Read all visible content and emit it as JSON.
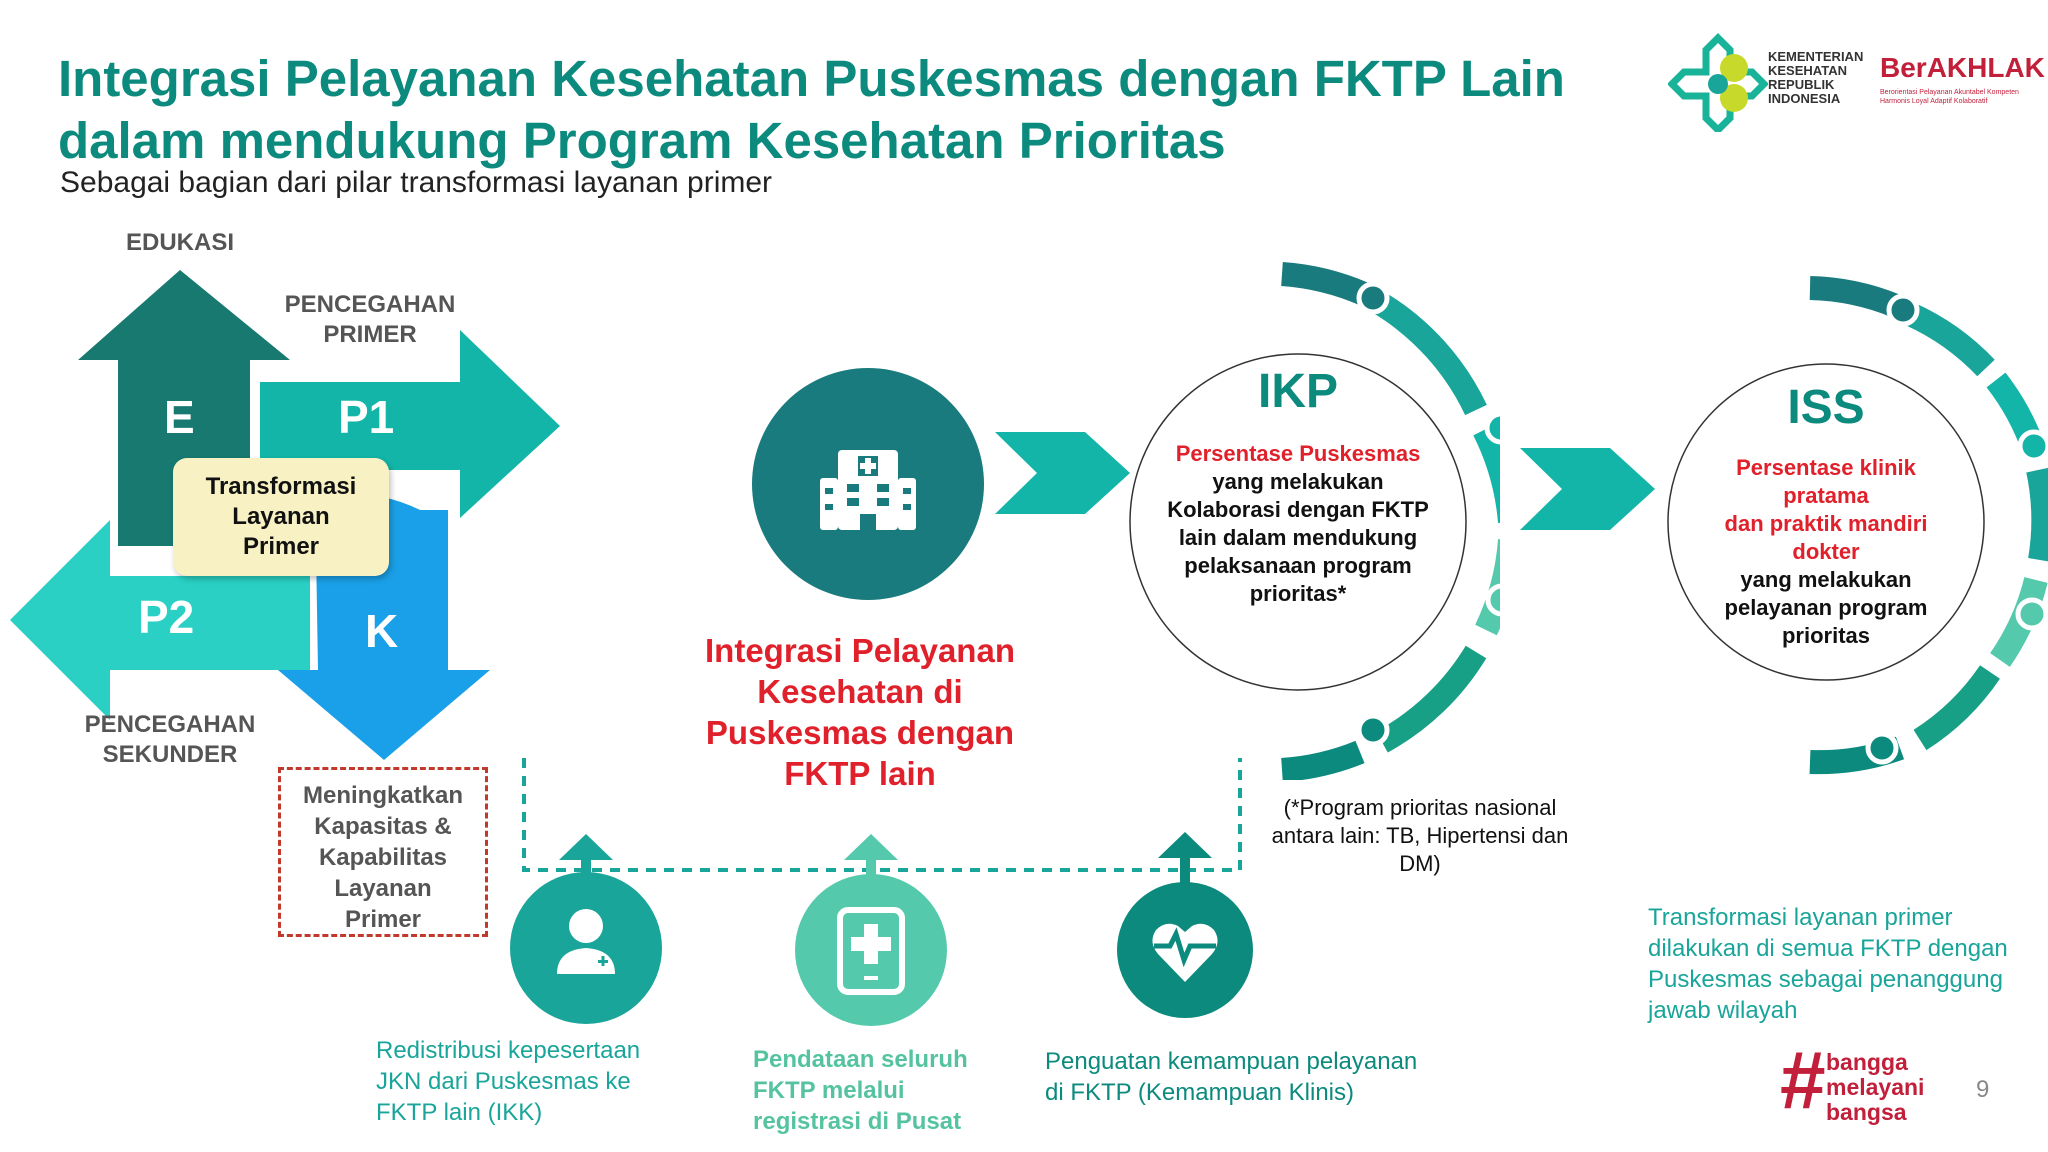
{
  "title_line1": "Integrasi Pelayanan Kesehatan Puskesmas dengan FKTP Lain",
  "title_line2": "dalam mendukung Program Kesehatan Prioritas",
  "subtitle": "Sebagai bagian dari pilar transformasi layanan primer",
  "logos": {
    "kemenkes_lines": [
      "KEMENTERIAN",
      "KESEHATAN",
      "REPUBLIK",
      "INDONESIA"
    ],
    "berakhlak": "BerAKHLAK",
    "berakhlak_sub": "Berorientasi Pelayanan Akuntabel Kompeten Harmonis Loyal Adaptif Kolaboratif",
    "bangga": [
      "bangga",
      "melayani",
      "bangsa"
    ]
  },
  "pillars": {
    "edukasi": "EDUKASI",
    "pencegahan_primer_1": "PENCEGAHAN",
    "pencegahan_primer_2": "PRIMER",
    "pencegahan_sekunder_1": "PENCEGAHAN",
    "pencegahan_sekunder_2": "SEKUNDER",
    "e": "E",
    "p1": "P1",
    "p2": "P2",
    "k": "K",
    "center_1": "Transformasi",
    "center_2": "Layanan",
    "center_3": "Primer"
  },
  "capacity_box": [
    "Meningkatkan",
    "Kapasitas &",
    "Kapabilitas",
    "Layanan",
    "Primer"
  ],
  "center_label": [
    "Integrasi Pelayanan",
    "Kesehatan di",
    "Puskesmas dengan",
    "FKTP lain"
  ],
  "ikp": {
    "title": "IKP",
    "red": "Persentase Puskesmas",
    "lines": [
      "yang melakukan",
      "Kolaborasi dengan FKTP",
      "lain dalam mendukung",
      "pelaksanaan program",
      "prioritas*"
    ]
  },
  "iss": {
    "title": "ISS",
    "red": [
      "Persentase klinik",
      "pratama",
      "dan praktik mandiri",
      "dokter"
    ],
    "lines": [
      "yang melakukan",
      "pelayanan program",
      "prioritas"
    ]
  },
  "note": [
    "(*Program prioritas nasional",
    "antara lain: TB, Hipertensi dan",
    "DM)"
  ],
  "captions": {
    "c1": [
      "Redistribusi kepesertaan",
      "JKN dari Puskesmas ke",
      "FKTP lain (IKK)"
    ],
    "c2": [
      "Pendataan seluruh",
      "FKTP melalui",
      "registrasi di Pusat"
    ],
    "c3": [
      "Penguatan kemampuan pelayanan",
      "di FKTP (Kemampuan Klinis)"
    ]
  },
  "right_note": [
    "Transformasi layanan primer",
    "dilakukan di semua FKTP dengan",
    "Puskesmas sebagai penanggung",
    "jawab wilayah"
  ],
  "page_number": "9",
  "colors": {
    "dark_teal": "#1a7b7e",
    "teal": "#12b5a8",
    "light_teal": "#55c9ab",
    "blue": "#1aa0e8",
    "red": "#e0202a",
    "title": "#0b8a7d"
  },
  "icons": [
    "hospital-icon",
    "doctor-icon",
    "tablet-medical-icon",
    "heart-pulse-icon"
  ]
}
